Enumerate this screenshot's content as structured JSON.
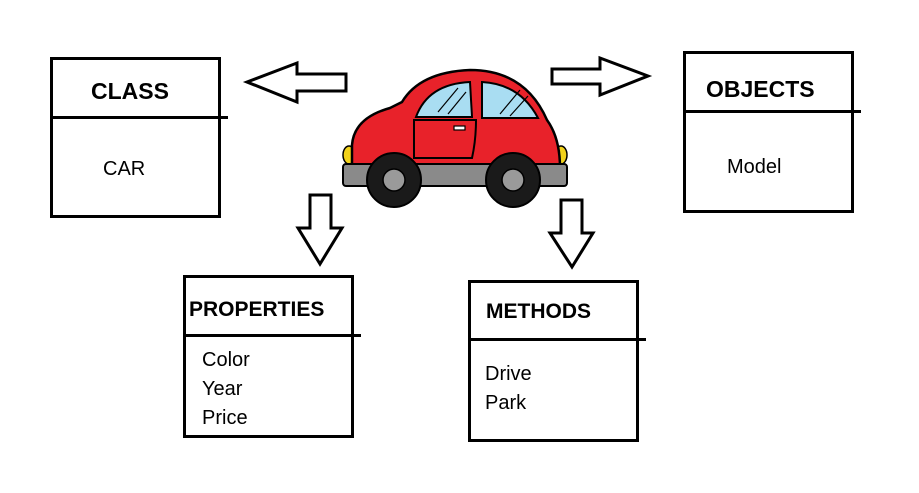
{
  "class_box": {
    "title": "CLASS",
    "items": [
      "CAR"
    ]
  },
  "objects_box": {
    "title": "OBJECTS",
    "items": [
      "Model"
    ]
  },
  "properties_box": {
    "title": "PROPERTIES",
    "items": [
      "Color",
      "Year",
      "Price"
    ]
  },
  "methods_box": {
    "title": "METHODS",
    "items": [
      "Drive",
      "Park"
    ]
  },
  "colors": {
    "car_body": "#e8222a",
    "car_window": "#a9ddf2",
    "car_chassis": "#8a8a8a",
    "wheel_outer": "#1a1a1a",
    "wheel_hub": "#9a9a9a",
    "headlight": "#f2d21b",
    "stroke": "#000000"
  },
  "icons": [
    "car-icon",
    "arrow-left-icon",
    "arrow-right-icon",
    "arrow-down-icon"
  ]
}
